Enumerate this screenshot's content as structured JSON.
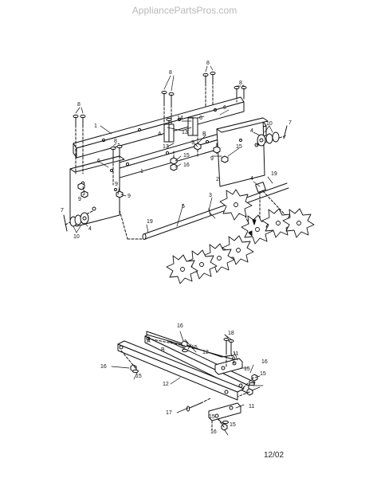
{
  "watermark": "AppliancePartsPros.com",
  "date_code": "12/02",
  "callouts": {
    "top": [
      "8",
      "8",
      "8",
      "8",
      "8",
      "6",
      "6",
      "6",
      "1",
      "1",
      "14",
      "13",
      "13",
      "A",
      "B",
      "15",
      "16",
      "15",
      "9",
      "9",
      "9",
      "9",
      "9",
      "4",
      "10",
      "7",
      "7",
      "10",
      "4",
      "2",
      "3",
      "4",
      "19",
      "19",
      "5"
    ],
    "bottom": [
      "16",
      "15",
      "B",
      "12",
      "A",
      "18",
      "11",
      "15",
      "16",
      "15",
      "16",
      "15",
      "12",
      "17",
      "11",
      "15",
      "16",
      "15"
    ]
  }
}
